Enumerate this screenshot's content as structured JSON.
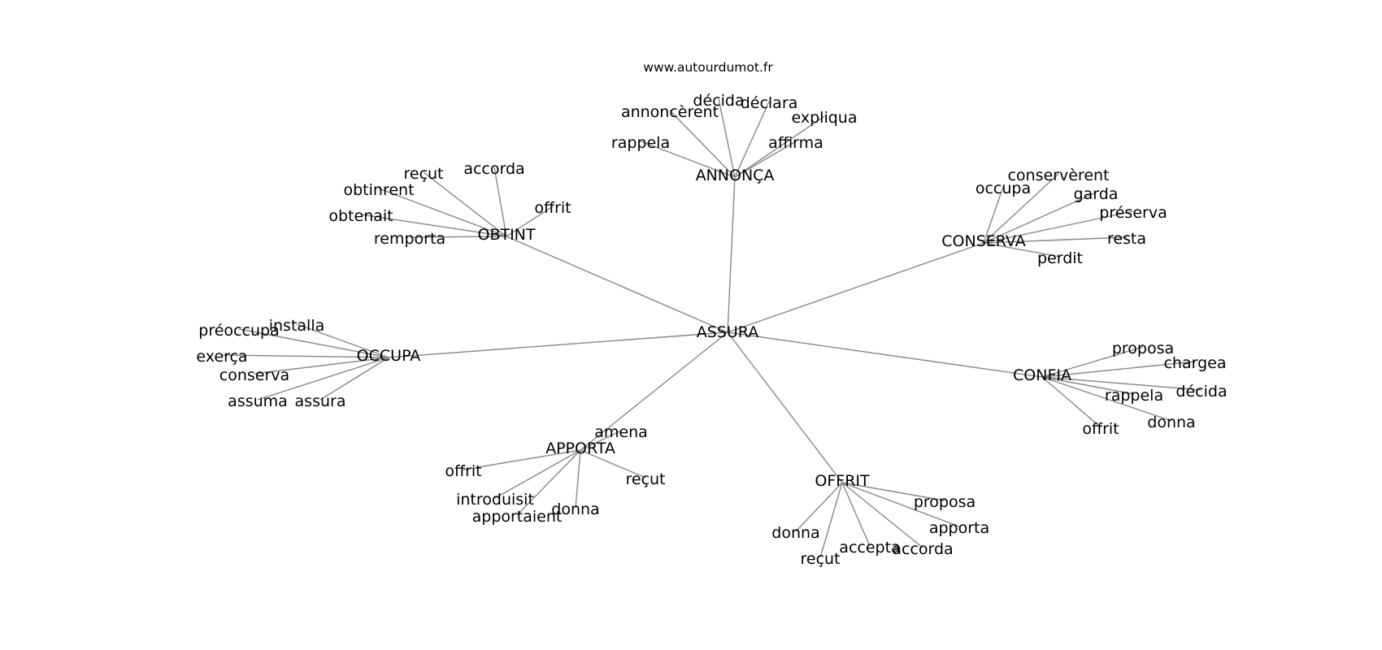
{
  "watermark": "www.autourdumot.fr",
  "graph": {
    "center": "ASSURA",
    "hubs": [
      {
        "id": "annonca",
        "label": "ANNONÇA",
        "leaves": [
          "rappela",
          "annoncèrent",
          "décida",
          "déclara",
          "expliqua",
          "affirma"
        ]
      },
      {
        "id": "obtint",
        "label": "OBTINT",
        "leaves": [
          "reçut",
          "accorda",
          "obtinrent",
          "offrit",
          "obtenait",
          "remporta"
        ]
      },
      {
        "id": "conserva",
        "label": "CONSERVA",
        "leaves": [
          "conservèrent",
          "occupa",
          "garda",
          "préserva",
          "resta",
          "perdit"
        ]
      },
      {
        "id": "occupa",
        "label": "OCCUPA",
        "leaves": [
          "installa",
          "préoccupa",
          "exerça",
          "conserva",
          "assuma",
          "assura"
        ]
      },
      {
        "id": "confia",
        "label": "CONFIA",
        "leaves": [
          "proposa",
          "chargea",
          "décida",
          "rappela",
          "donna",
          "offrit"
        ]
      },
      {
        "id": "apporta",
        "label": "APPORTA",
        "leaves": [
          "amena",
          "offrit",
          "reçut",
          "introduisit",
          "apportaient",
          "donna"
        ]
      },
      {
        "id": "offrit",
        "label": "OFFRIT",
        "leaves": [
          "proposa",
          "apporta",
          "donna",
          "accepta",
          "accorda",
          "reçut"
        ]
      }
    ]
  }
}
